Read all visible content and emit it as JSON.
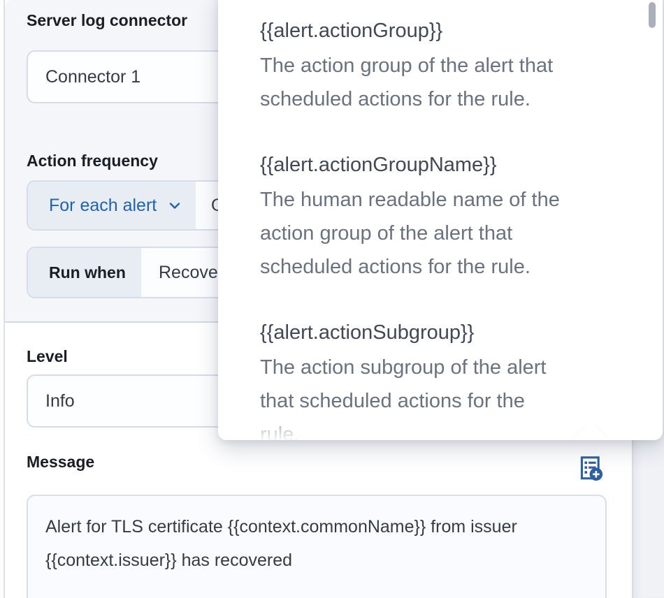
{
  "colors": {
    "accent_blue": "#1E63B0",
    "icon_blue": "#2E5F9F",
    "panel_bg": "#F5F6FA",
    "prepend_bg": "#E8ECF3"
  },
  "action_panel": {
    "title": "Server log connector",
    "connector_select": {
      "value": "Connector 1"
    },
    "action_frequency": {
      "label": "Action frequency",
      "notify_button_label": "For each alert",
      "interval_select_value": "On check intervals",
      "run_when": {
        "prepend_label": "Run when",
        "value": "Recovered"
      }
    }
  },
  "params": {
    "level": {
      "label": "Level",
      "value": "Info"
    },
    "message": {
      "label": "Message",
      "value": "Alert for TLS certificate {{context.commonName}} from issuer {{context.issuer}} has recovered"
    }
  },
  "variables_popover": {
    "items": [
      {
        "name": "{{alert.actionGroup}}",
        "description_lines": {
          "0": "The action group of the alert that",
          "1": "scheduled actions for the rule."
        }
      },
      {
        "name": "{{alert.actionGroupName}}",
        "description_lines": {
          "0": "The human readable name of the",
          "1": "action group of the alert that",
          "2": "scheduled actions for the rule."
        }
      },
      {
        "name": "{{alert.actionSubgroup}}",
        "description_lines": {
          "0": "The action subgroup of the alert",
          "1": "that scheduled actions for the",
          "2": "rule."
        }
      }
    ]
  },
  "icons": {
    "add_variable": "add-variable-icon",
    "chevron": "chevron-down-icon"
  }
}
